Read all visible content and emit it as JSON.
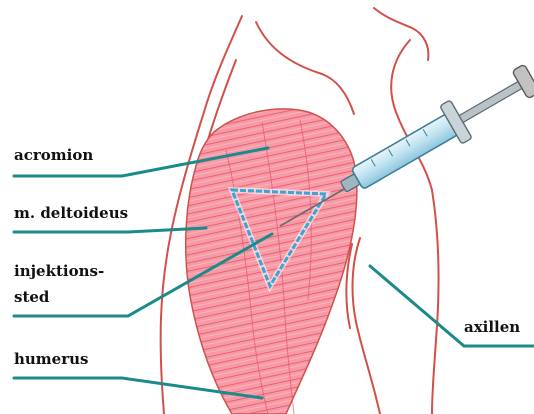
{
  "labels": {
    "acromion": "acromion",
    "deltoideus": "m. deltoideus",
    "injection_line1": "injektions-",
    "injection_line2": "sted",
    "humerus": "humerus",
    "axilla": "axillen"
  },
  "colors": {
    "leader": "#1b8a8a",
    "outline": "#d2504a",
    "muscle": "#f27a8c",
    "syringe": "#6fb7cf",
    "injection_site": "#36a6d6"
  }
}
